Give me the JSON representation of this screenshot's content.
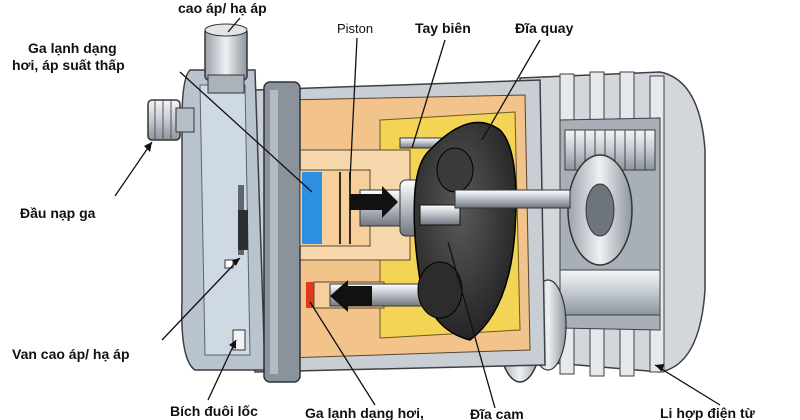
{
  "diagram": {
    "labels": {
      "cao_ap_ha_ap_top": "cao áp/  hạ áp",
      "ga_lanh_thap_line1": "Ga lạnh dạng",
      "ga_lanh_thap_line2": "hơi, áp suất thấp",
      "piston": "Piston",
      "tay_bien": "Tay biên",
      "dia_quay": "Đĩa quay",
      "dau_nap_ga": "Đầu nạp ga",
      "van_cao_ap_ha_ap": "Van cao áp/ hạ áp",
      "bich_duoi_loc": "Bích đuôi lốc",
      "ga_lanh_cao": "Ga lạnh dạng hơi,",
      "do_to_com": "Đĩa cam",
      "li_hop_dien_tu": "Li hợp điện từ"
    },
    "colors": {
      "housing_light": "#d8dde3",
      "housing_dark": "#8a929c",
      "cylinder_orange": "#f2c48c",
      "low_pressure_blue": "#2d8fe0",
      "high_pressure_red": "#e03a1a",
      "swash_plate_dark": "#2a2a2a",
      "oil_yellow": "#f3d455",
      "pointer_line": "#111111"
    }
  }
}
